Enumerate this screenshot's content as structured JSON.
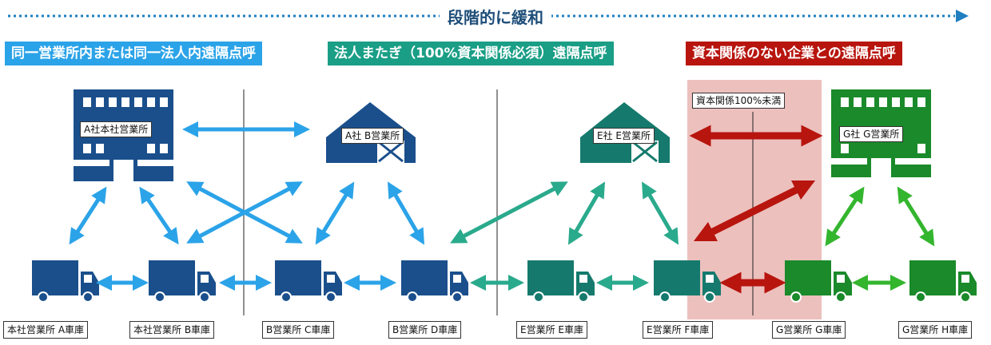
{
  "title": "段階的に緩和",
  "headings": [
    {
      "text": "同一営業所内または同一法人内遠隔点呼",
      "color": "#2ba3e8"
    },
    {
      "text": "法人またぎ（100%資本関係必須）遠隔点呼",
      "color": "#1a9e86"
    },
    {
      "text": "資本関係のない企業との遠隔点呼",
      "color": "#b7150e"
    }
  ],
  "buildings": [
    {
      "label": "A社本社営業所",
      "type": "office",
      "color": "#1a4f8c"
    },
    {
      "label": "A社 B営業所",
      "type": "warehouse",
      "color": "#1a4f8c"
    },
    {
      "label": "E社 E営業所",
      "type": "warehouse",
      "color": "#157a6d"
    },
    {
      "label": "G社 G営業所",
      "type": "office",
      "color": "#1a8a2a"
    }
  ],
  "capital_note": "資本関係100%未満",
  "trucks": [
    {
      "label": "本社営業所 A車庫",
      "color": "#1a4f8c"
    },
    {
      "label": "本社営業所 B車庫",
      "color": "#1a4f8c"
    },
    {
      "label": "B営業所 C車庫",
      "color": "#1a4f8c"
    },
    {
      "label": "B営業所 D車庫",
      "color": "#1a4f8c"
    },
    {
      "label": "E営業所 E車庫",
      "color": "#157a6d"
    },
    {
      "label": "E営業所 F車庫",
      "color": "#157a6d"
    },
    {
      "label": "G営業所 G車庫",
      "color": "#1a8a2a"
    },
    {
      "label": "G営業所 H車庫",
      "color": "#1a8a2a"
    }
  ],
  "colors": {
    "blue_arrow": "#2ba3e8",
    "teal_arrow": "#2aaa8c",
    "red_arrow": "#b7150e",
    "green_arrow": "#34b52e",
    "pink_zone": "#ecc0bd",
    "title_arrow": "#1f7fc0"
  }
}
